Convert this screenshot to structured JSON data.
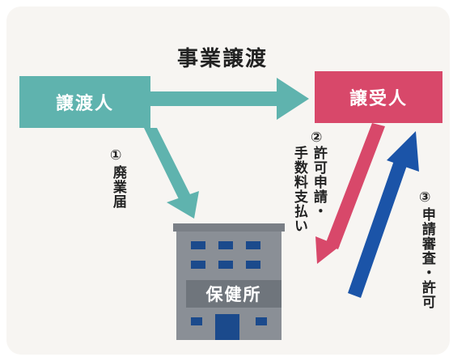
{
  "title": "事業譲渡",
  "nodes": {
    "giver": "譲渡人",
    "receiver": "譲受人",
    "office": "保健所"
  },
  "steps": [
    {
      "num": "①",
      "text": "廃業届"
    },
    {
      "num": "②",
      "text": "許可申請・",
      "text2": "手数料支払い"
    },
    {
      "num": "③",
      "text": "申請審査・許可"
    }
  ],
  "colors": {
    "giver": "#5fb3ae",
    "receiver": "#d8486a",
    "approval_arrow": "#1b54a8",
    "building": "#8a8f96"
  }
}
